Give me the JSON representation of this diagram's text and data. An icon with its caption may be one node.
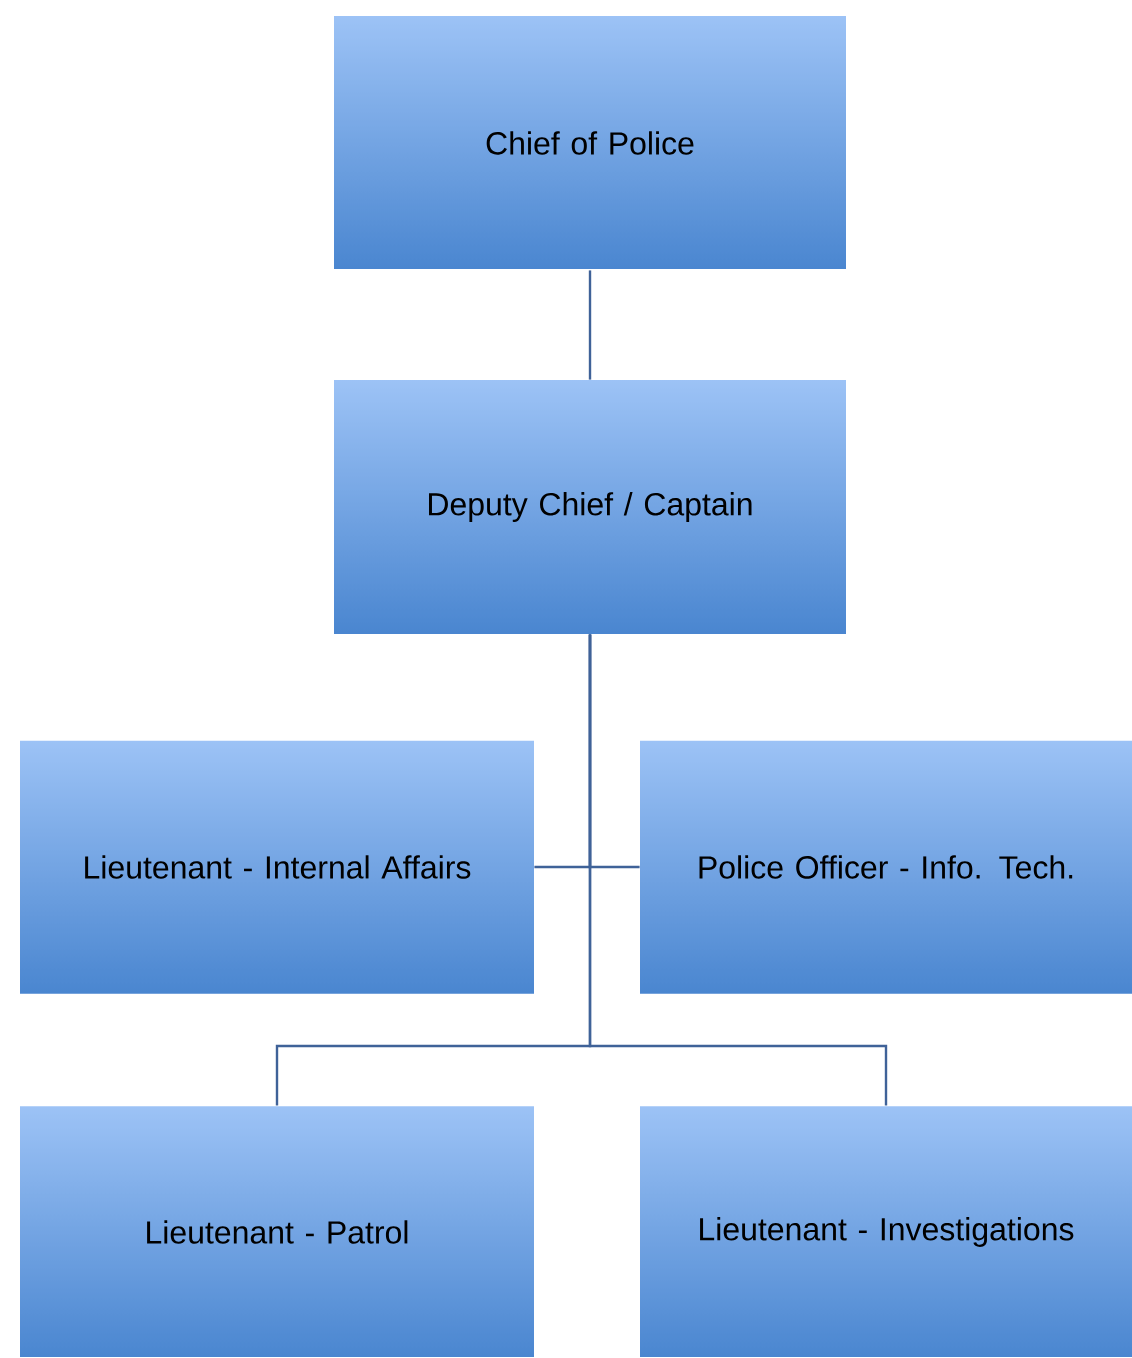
{
  "diagram": {
    "nodes": [
      {
        "text": [
          "Chief of Police"
        ]
      },
      {
        "text": [
          "Deputy Chief / Captain"
        ]
      },
      {
        "text": [
          "Lieutenant - Internal Affairs"
        ]
      },
      {
        "text": [
          "Police Officer - Info. Tech."
        ]
      },
      {
        "text": [
          "Lieutenant - Patrol"
        ]
      },
      {
        "text": [
          "Lieutenant - Investigations"
        ]
      }
    ],
    "edges": [
      {
        "from": 0,
        "to": 1,
        "arrow": "none"
      },
      {
        "from": 1,
        "to": 2,
        "arrow": "none"
      },
      {
        "from": 1,
        "to": 3,
        "arrow": "none"
      },
      {
        "from": 1,
        "to": 4,
        "arrow": "none"
      },
      {
        "from": 1,
        "to": 5,
        "arrow": "none"
      }
    ]
  }
}
